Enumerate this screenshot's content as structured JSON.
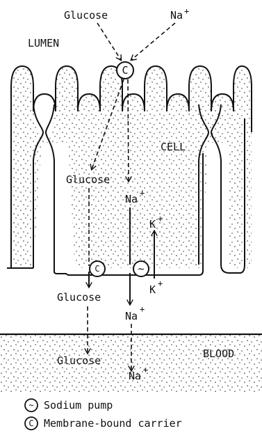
{
  "labels": {
    "glucose_top": "Glucose",
    "na_top": "Na",
    "lumen": "LUMEN",
    "cell": "CELL",
    "glucose_mid": "Glucose",
    "na_mid": "Na",
    "k_up": "K",
    "k_down": "K",
    "glucose_lower": "Glucose",
    "na_lower": "Na",
    "glucose_blood": "Glucose",
    "na_blood": "Na",
    "blood": "BLOOD",
    "plus": "+"
  },
  "symbols": {
    "carrier": "C",
    "pump": "~"
  },
  "legend": {
    "pump": "Sodium pump",
    "carrier": "Membrane-bound carrier"
  }
}
